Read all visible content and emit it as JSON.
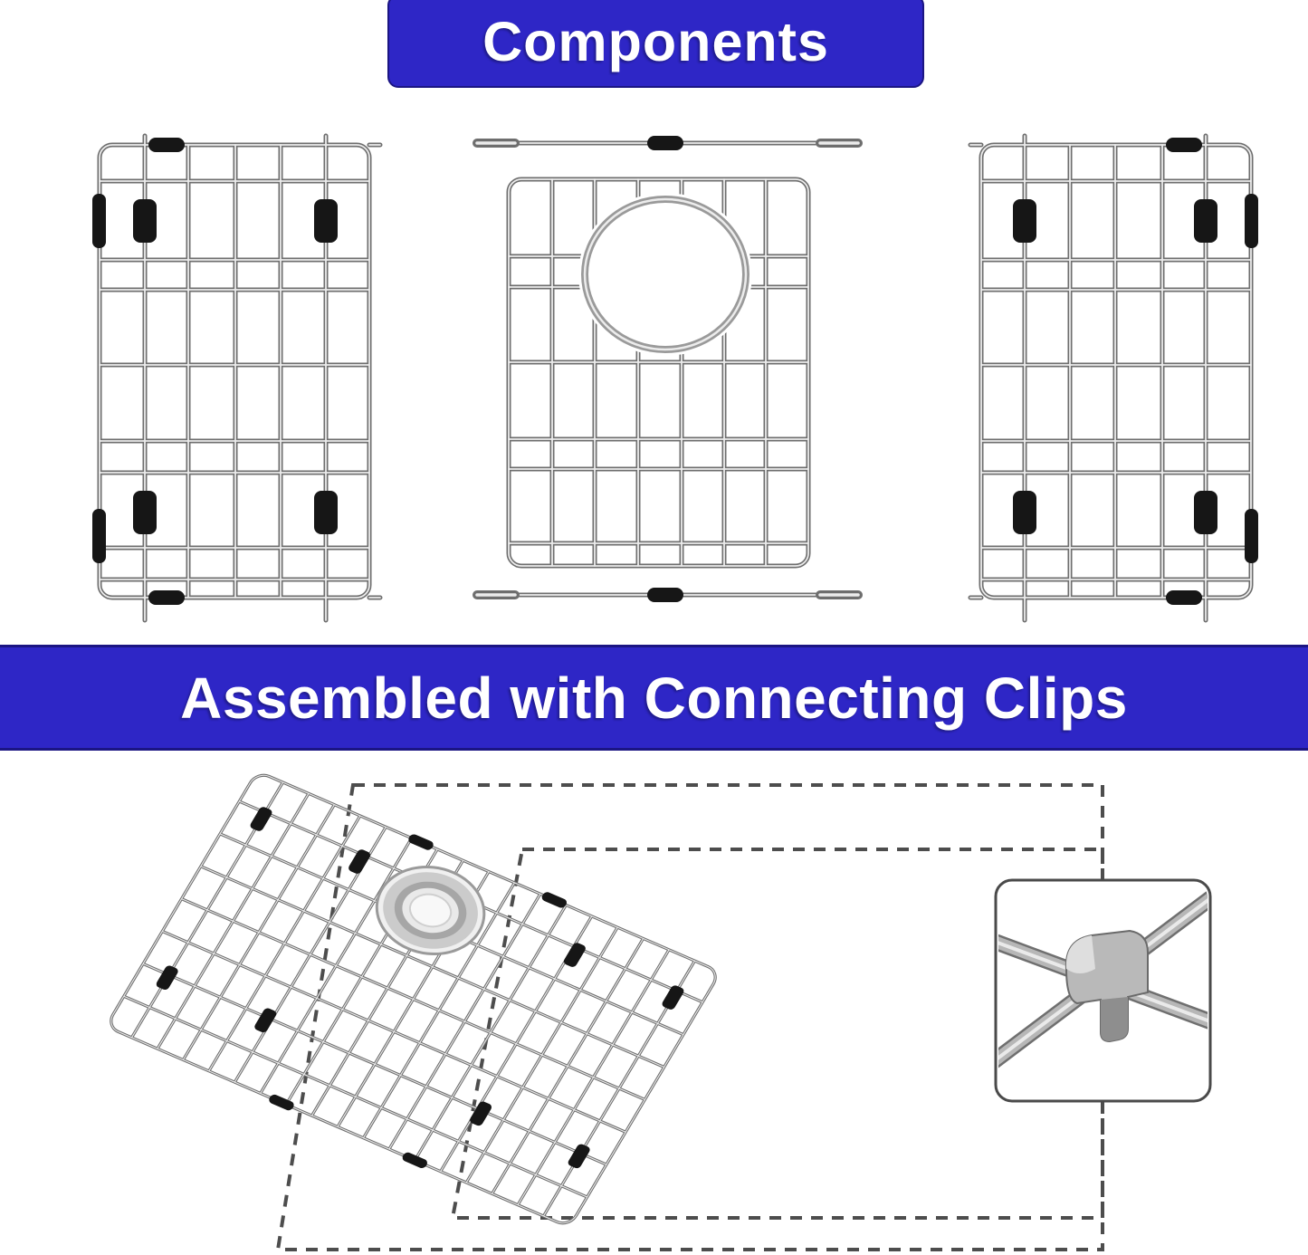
{
  "banners": {
    "components": {
      "label": "Components"
    },
    "assembled": {
      "label": "Assembled with Connecting Clips"
    }
  },
  "colors": {
    "banner_blue": "#2E26C6",
    "banner_border": "#1B1583",
    "banner_text": "#FFFFFF",
    "wire_dark": "#6E6E6E",
    "wire_mid": "#9A9A9A",
    "wire_light": "#ECECEC",
    "rubber_black": "#161616",
    "dash_gray": "#4D4D4D",
    "background": "#FFFFFF"
  },
  "figures": {
    "top_row": [
      "left-sink-grid",
      "center-sink-grid-with-drain-hole",
      "right-sink-grid"
    ],
    "bottom_row": [
      "assembled-sink-grid",
      "drain-strainer",
      "sink-bowl-dashed-outline",
      "connecting-clip-closeup"
    ]
  }
}
